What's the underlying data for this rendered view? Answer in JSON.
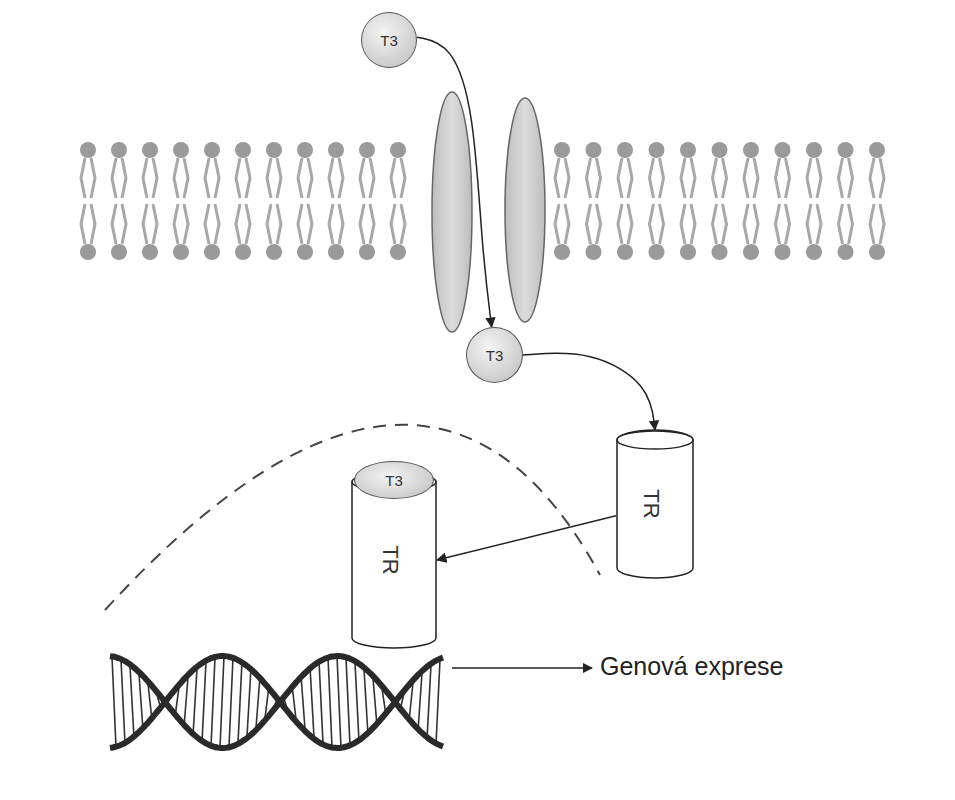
{
  "diagram": {
    "nodes": [
      {
        "text": [
          "T3"
        ]
      },
      {
        "text": [
          "T3"
        ]
      },
      {
        "text": [
          "TR"
        ]
      },
      {
        "text": [
          "T3"
        ]
      },
      {
        "text": [
          "TR"
        ]
      }
    ],
    "edges": [
      {
        "from": 0,
        "to": 1,
        "arrow": "to"
      },
      {
        "from": 1,
        "to": 2,
        "arrow": "to"
      },
      {
        "from": 2,
        "to": 4,
        "arrow": "to"
      }
    ],
    "labels": [
      "Genová exprese"
    ]
  }
}
